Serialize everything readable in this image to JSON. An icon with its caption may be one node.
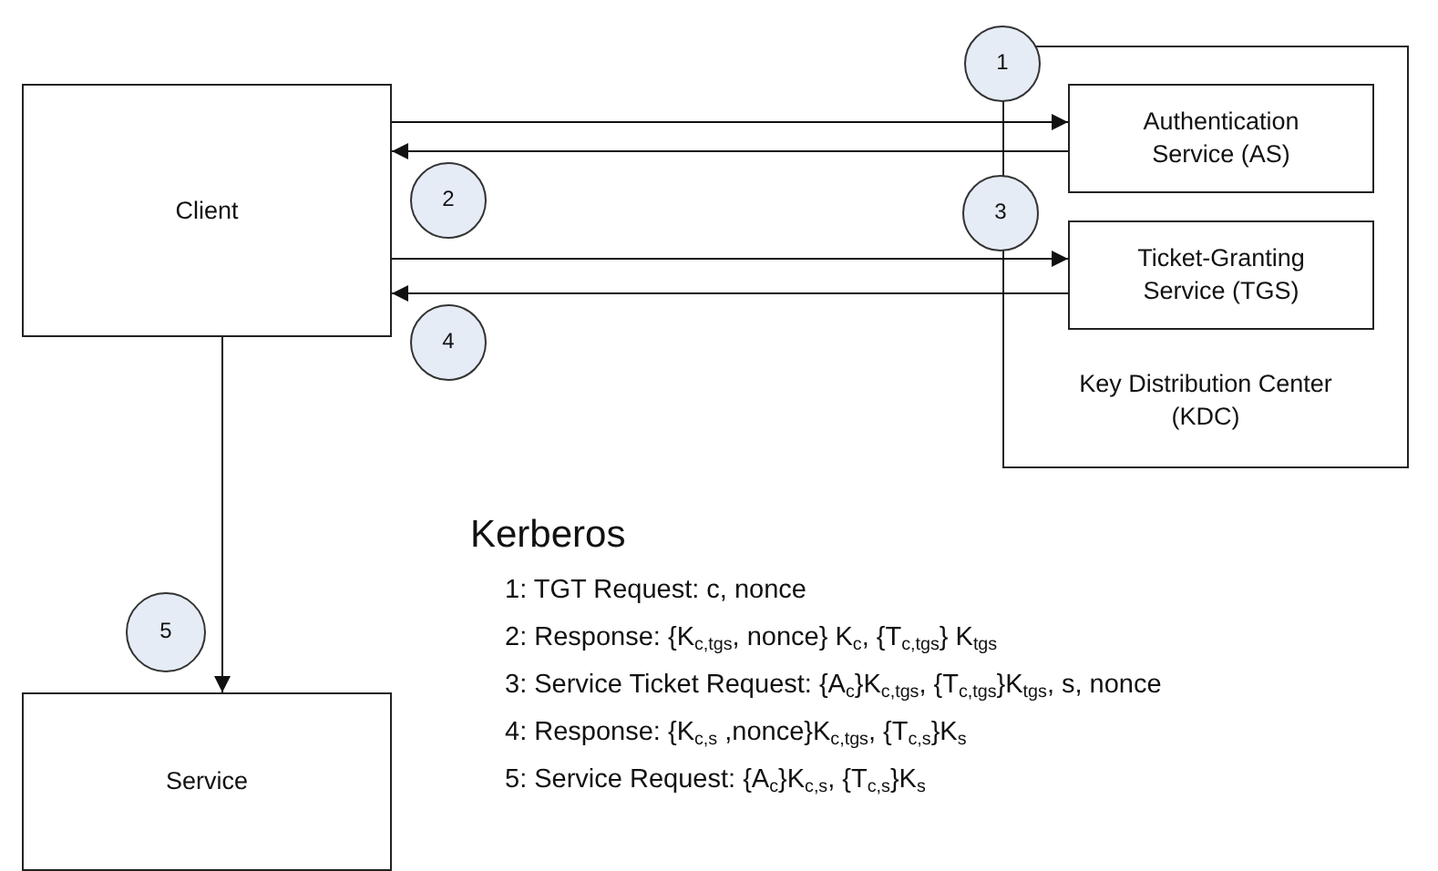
{
  "diagram": {
    "title": "Kerberos",
    "nodes": [
      {
        "text": [
          "Client"
        ]
      },
      {
        "text": [
          "Service"
        ]
      },
      {
        "text": [
          "Key Distribution Center (KDC)"
        ]
      },
      {
        "text": [
          "Authentication Service (AS)"
        ],
        "in": 2
      },
      {
        "text": [
          "Ticket-Granting Service (TGS)"
        ],
        "in": 2
      },
      {
        "text": [
          "1"
        ]
      },
      {
        "text": [
          "2"
        ]
      },
      {
        "text": [
          "3"
        ]
      },
      {
        "text": [
          "4"
        ]
      },
      {
        "text": [
          "5"
        ]
      }
    ],
    "edges": [
      {
        "from": 0,
        "to": 3,
        "arrow": "to"
      },
      {
        "from": 3,
        "to": 0,
        "arrow": "to"
      },
      {
        "from": 0,
        "to": 4,
        "arrow": "to"
      },
      {
        "from": 4,
        "to": 0,
        "arrow": "to"
      },
      {
        "from": 0,
        "to": 1,
        "arrow": "to"
      }
    ],
    "labels": [
      "1: TGT Request: c, nonce",
      "2: Response: {K$_{c,tgs}$, nonce} K$_{c}$, {T$_{c,tgs}$} K$_{tgs}$",
      "3: Service Ticket Request: {A$_{c}$}K$_{c,tgs}$, {T$_{c,tgs}$}K$_{tgs}$, s, nonce",
      "4: Response: {K$_{c,s}$ ,nonce}K$_{c,tgs}$, {T$_{c,s}$}K$_{s}$",
      "5: Service Request: {A$_{c}$}K$_{c,s}$, {T$_{c,s}$}K$_{s}$"
    ]
  }
}
